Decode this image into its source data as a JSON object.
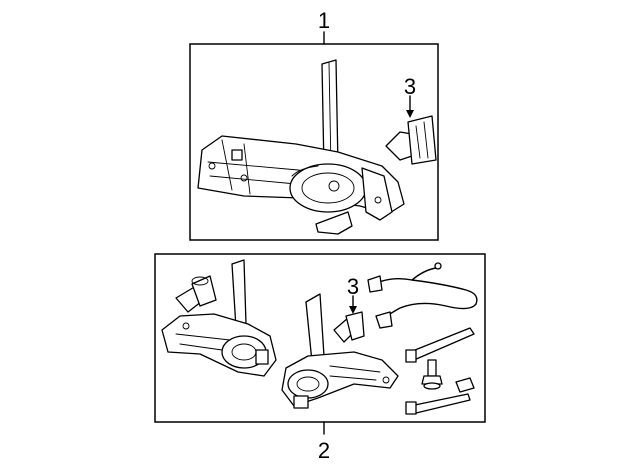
{
  "callouts": {
    "upper_assembly": "1",
    "lower_kit": "2",
    "upper_bulb": "3",
    "lower_bulb": "3"
  }
}
